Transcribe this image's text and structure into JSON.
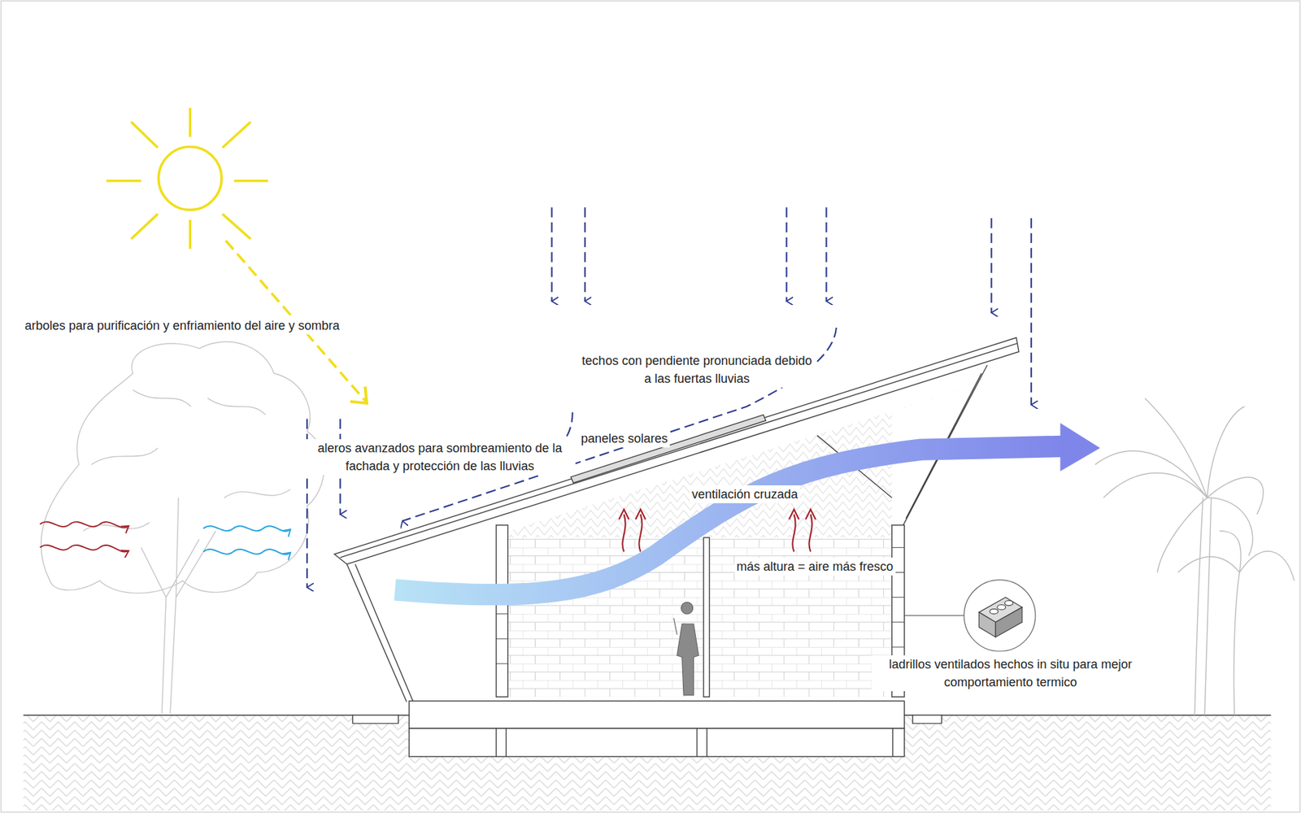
{
  "diagram": {
    "labels": [
      "arboles para purificación y enfriamiento del aire y sombra",
      "techos con pendiente pronunciada debido a las fuertas lluvias",
      "aleros avanzados para sombreamiento de la fachada y protección de las lluvias",
      "paneles solares",
      "ventilación cruzada",
      "más altura = aire más fresco",
      "ladrillos ventilados hechos in situ para mejor comportamiento termico"
    ]
  }
}
